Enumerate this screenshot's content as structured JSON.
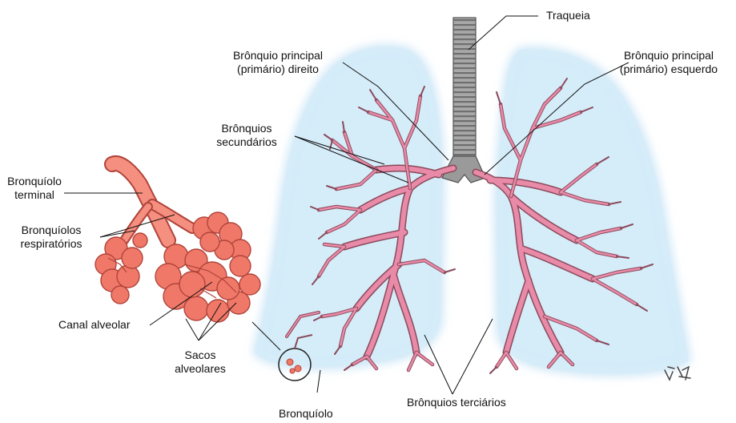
{
  "labels": {
    "trachea": "Traqueia",
    "right_main_bronchus": [
      "Brônquio principal",
      "(primário) direito"
    ],
    "left_main_bronchus": [
      "Brônquio principal",
      "(primário) esquerdo"
    ],
    "secondary_bronchi": [
      "Brônquios",
      "secundários"
    ],
    "terminal_bronchiole": [
      "Bronquíolo",
      "terminal"
    ],
    "respiratory_bronchioles": [
      "Bronquíolos",
      "respiratórios"
    ],
    "alveolar_duct": "Canal alveolar",
    "alveolar_sacs": [
      "Sacos",
      "alveolares"
    ],
    "tertiary_bronchi": "Brônquios terciários",
    "bronchiole": "Bronquíolo"
  },
  "colors": {
    "lung_fill": "#cfe8f8",
    "lung_edge": "#a9d4f0",
    "bronchi": "#e88aa8",
    "bronchi_edge": "#8a4a5a",
    "trachea": "#9c9c9c",
    "alveoli": "#f07868",
    "alveoli_edge": "#b0443a",
    "leader": "#111111"
  }
}
